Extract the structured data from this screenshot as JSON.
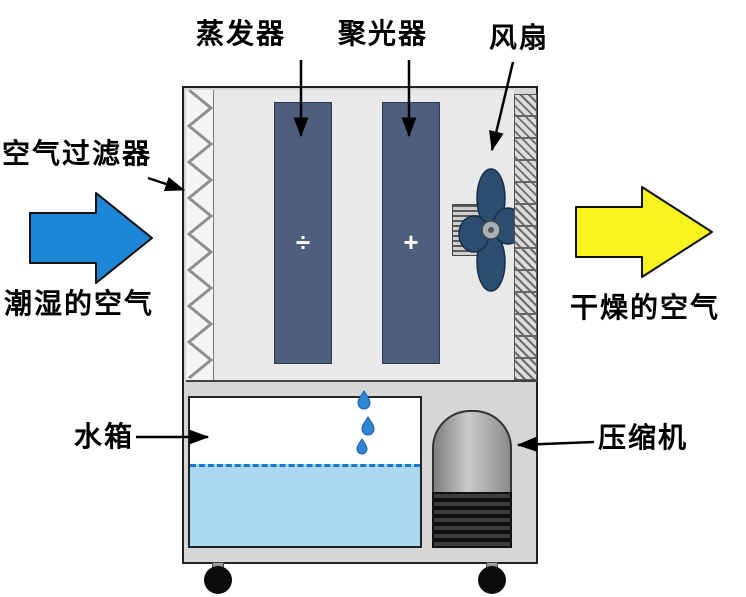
{
  "labels": {
    "evaporator": "蒸发器",
    "condenser": "聚光器",
    "fan": "风扇",
    "air_filter": "空气过滤器",
    "humid_air": "潮湿的空气",
    "dry_air": "干燥的空气",
    "water_tank": "水箱",
    "compressor": "压缩机"
  },
  "symbols": {
    "evaporator_panel": "÷",
    "condenser_panel": "+"
  },
  "colors": {
    "humid_air_arrow": "#1e86d6",
    "dry_air_arrow": "#f7f31c",
    "heat_exchanger_panel": "#4e5f7d",
    "fan_blades": "#2c4d70",
    "water": "#a8d9f1",
    "unit_body": "#d6d6d6"
  }
}
